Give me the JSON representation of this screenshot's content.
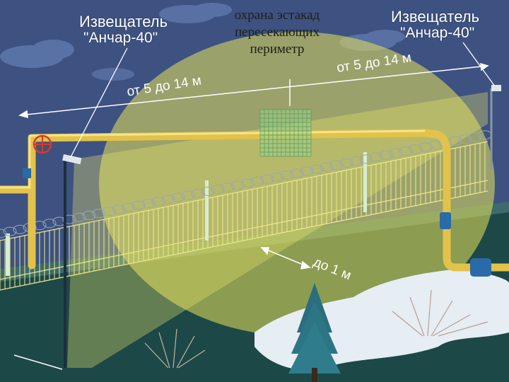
{
  "caption": [
    "охрана эстакад",
    "пересекающих",
    "периметр"
  ],
  "detector_left": {
    "name": "Извещатель",
    "model": "\"Анчар-40\""
  },
  "detector_right": {
    "name": "Извещатель",
    "model": "\"Анчар-40\""
  },
  "distance_left": "от 5 до 14 м",
  "distance_right": "от 5 до 14 м",
  "distance_bottom": "до 1 м",
  "colors": {
    "sky": "#3a4f7a",
    "zone": "#e8e25a",
    "pipe": "#e6c24a",
    "fence": "#e8e48a",
    "ground": "#1f4a4a",
    "snow": "#e8eef4"
  }
}
